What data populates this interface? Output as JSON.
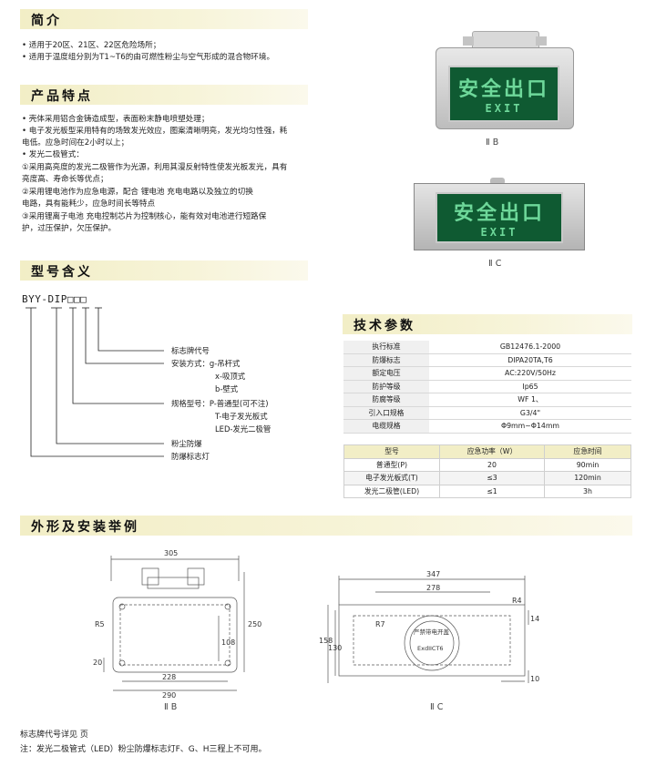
{
  "sections": {
    "intro": "简介",
    "features": "产品特点",
    "model": "型号含义",
    "spec": "技术参数",
    "install": "外形及安装举例"
  },
  "intro_lines": [
    "• 适用于20区、21区、22区危险场所；",
    "• 适用于温度组分别为T1~T6的由可燃性粉尘与空气形成的混合物环境。"
  ],
  "feature_lines": [
    "• 壳体采用铝合金铸造成型，表面粉末静电喷塑处理；",
    "• 电子发光板型采用特有的场致发光效应，图案清晰明亮，发光均匀性强，耗",
    "  电低。应急时间在2小时以上；",
    "• 发光二极管式：",
    "①采用高亮度的发光二极管作为光源，利用其漫反射特性使发光板发光，具有",
    "  亮度高、寿命长等优点；",
    "②采用锂电池作为应急电源，配合      锂电池      充电电路以及独立的切换",
    "  电路，具有能耗少，应急时间长等特点",
    "③采用锂离子电池        充电控制芯片为控制核心，能有效对电池进行短路保",
    "  护，过压保护，欠压保护。"
  ],
  "model_code": "BYY-DIP□□□",
  "model_labels": [
    "标志牌代号",
    "安装方式：g-吊杆式",
    "x-吸顶式",
    "b-壁式",
    "规格型号：P-普通型(可不注)",
    "T-电子发光板式",
    "LED-发光二极管",
    "粉尘防爆",
    "防爆标志灯"
  ],
  "photos": {
    "b_caption": "Ⅱ B",
    "c_caption": "Ⅱ C",
    "sign_cn": "安全出口",
    "sign_en": "EXIT"
  },
  "spec_rows": [
    [
      "执行标准",
      "GB12476.1-2000"
    ],
    [
      "防爆标志",
      "DIPA20TA,T6"
    ],
    [
      "额定电压",
      "AC:220V/50Hz"
    ],
    [
      "防护等级",
      "Ip65"
    ],
    [
      "防腐等级",
      "WF 1、"
    ],
    [
      "引入口规格",
      "G3/4\""
    ],
    [
      "电缆规格",
      "Φ9mm~Φ14mm"
    ]
  ],
  "power_table": {
    "headers": [
      "型号",
      "应急功率（W）",
      "应急时间"
    ],
    "rows": [
      [
        "普通型(P)",
        "20",
        "90min"
      ],
      [
        "电子发光板式(T)",
        "≤3",
        "120min"
      ],
      [
        "发光二极管(LED)",
        "≤1",
        "3h"
      ]
    ]
  },
  "drawings": {
    "b_dims": {
      "w1": "305",
      "h1": "250",
      "h2": "108",
      "w2": "228",
      "w3": "290",
      "r": "R5",
      "side": "20"
    },
    "c_dims": {
      "w1": "347",
      "w2": "278",
      "h1": "158",
      "h2": "130",
      "r1": "R7",
      "r2": "R4",
      "d1": "14",
      "d2": "10",
      "mark1": "严禁带电开盖",
      "mark2": "ExdIICT6"
    },
    "b_caption": "Ⅱ B",
    "c_caption": "Ⅱ C"
  },
  "footer": {
    "line1": "标志牌代号详见        页",
    "line2": "注：发光二极管式（LED）粉尘防爆标志灯F、G、H三程上不可用。"
  },
  "colors": {
    "section_bar": "#f2eec6",
    "sign_green": "#0f5a32",
    "sign_text": "#6ed89a"
  }
}
